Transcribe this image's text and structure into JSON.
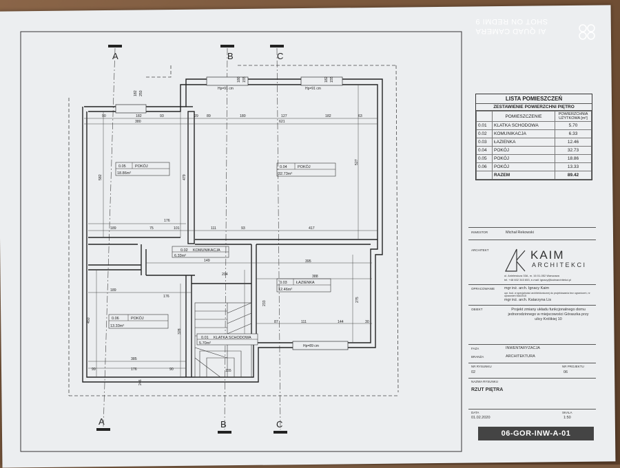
{
  "watermark": {
    "line1": "SHOT ON REDMI 9",
    "line2": "AI QUAD CAMERA"
  },
  "sections": {
    "a": "A",
    "b": "B",
    "c": "C"
  },
  "rooms_table": {
    "title": "LISTA POMIESZCZEŃ",
    "subtitle": "ZESTAWIENIE POWIERZCHNI PIĘTRO",
    "header_name": "POMIESZCZENIE",
    "header_area": "POWIERZCHNIA UŻYTKOWA [m²]",
    "rows": [
      {
        "num": "0.01",
        "name": "KLATKA SCHODOWA",
        "area": "5.70"
      },
      {
        "num": "0.02",
        "name": "KOMUNIKACJA",
        "area": "6.33"
      },
      {
        "num": "0.03",
        "name": "ŁAZIENKA",
        "area": "12.46"
      },
      {
        "num": "0.04",
        "name": "POKÓJ",
        "area": "32.73"
      },
      {
        "num": "0.05",
        "name": "POKÓJ",
        "area": "18.86"
      },
      {
        "num": "0.06",
        "name": "POKÓJ",
        "area": "13.33"
      }
    ],
    "total_label": "RAZEM",
    "total_area": "89.42"
  },
  "title_block": {
    "investor_label": "INWESTOR",
    "investor": "Michał Rekowski",
    "architect_label": "ARCHITEKT",
    "brand_name": "KAIM",
    "brand_sub": "ARCHITEKCI",
    "address": "ul. Anielewicza 33A, m. 16     01-052 Warszawa",
    "contact": "tel. +48 602 343 653, e-mail: ignacy@kaimarchitekci.pl",
    "design_label": "OPRACOWANIE",
    "designer": "mgr inż. arch. Ignacy Kaim",
    "designer_note": "upr. bud. w specjalności architektonicznej do projektowania bez ograniczeń, nr uprawnień MA/2015",
    "designer2": "mgr inż. arch. Katarzyna Lis",
    "object_label": "OBIEKT",
    "object": "Projekt zmiany układu funkcjonalnego domu jednorodzinnego w miejscowości Góraszka przy ulicy Królikiej 10",
    "phase_label": "FAZA",
    "phase": "INWENTARYZACJA",
    "branch_label": "BRANŻA",
    "branch": "ARCHITEKTURA",
    "drawing_no_label": "NR RYSUNKU",
    "drawing_no": "02",
    "project_no_label": "NR PROJEKTU",
    "project_no": "06",
    "drawing_name_label": "NAZWA RYSUNKU",
    "drawing_name": "RZUT PIĘTRA",
    "date_label": "DATA",
    "date": "01.02.2020",
    "scale_label": "SKALA",
    "scale": "1:50",
    "sheet_code": "06-GOR-INW-A-01"
  },
  "plan_labels": {
    "room05_num": "0.05",
    "room05_name": "POKÓJ",
    "room05_area": "18.86m²",
    "room04_num": "0.04",
    "room04_name": "POKÓJ",
    "room04_area": "32.73m²",
    "room02_num": "0.02",
    "room02_name": "KOMUNIKACJA",
    "room02_area": "6.33m²",
    "room03_num": "0.03",
    "room03_name": "ŁAZIENKA",
    "room03_area": "12.46m²",
    "room06_num": "0.06",
    "room06_name": "POKÓJ",
    "room06_area": "13.33m²",
    "room01_num": "0.01",
    "room01_name": "KLATKA SCHODOWA",
    "room01_area": "5.70m²",
    "hp1": "Hp=91 cm",
    "hp2": "Hp=91 cm",
    "hp3": "Hp=89 cm",
    "d_182": "182",
    "d_250": "250",
    "d_180": "180",
    "d_155": "155",
    "d_90": "90",
    "d_182b": "182",
    "d_93": "93",
    "d_380": "380",
    "d_29": "29",
    "d_89": "89",
    "d_180b": "180",
    "d_127": "127",
    "d_182c": "182",
    "d_63": "63",
    "d_621": "621",
    "d_582": "582",
    "d_479": "479",
    "d_527": "527",
    "d_176": "176",
    "d_189": "189",
    "d_75": "75",
    "d_101": "101",
    "d_111": "111",
    "d_93b": "93",
    "d_417": "417",
    "d_395": "395",
    "d_388": "388",
    "d_275": "275",
    "d_233": "233",
    "d_87": "87",
    "d_111b": "111",
    "d_144": "144",
    "d_30": "30",
    "d_385": "385",
    "d_99": "99",
    "d_176b": "176",
    "d_90b": "90",
    "d_450": "450",
    "d_328": "328",
    "d_246": "246",
    "d_155b": "155",
    "d_204": "204",
    "d_149": "149"
  }
}
